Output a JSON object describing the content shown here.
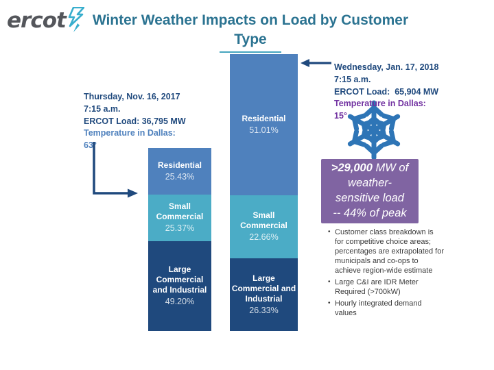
{
  "logo": {
    "text": "ercot"
  },
  "title": {
    "line1": "Winter Weather Impacts on Load by Customer",
    "line2": "Type"
  },
  "left_annotation": {
    "line1": "Thursday, Nov. 16, 2017",
    "line2": "7:15 a.m.",
    "line3": "ERCOT Load: 36,795 MW",
    "line4": "Temperature in Dallas:",
    "line5": "63°"
  },
  "right_annotation": {
    "line1": "Wednesday, Jan. 17, 2018",
    "line2": "7:15 a.m.",
    "line3": "ERCOT Load:  65,904 MW",
    "line4": "Temperature in Dallas:",
    "line5": "15°"
  },
  "callout": {
    "bold": ">29,000",
    "line1_rest": " MW of",
    "line2": "weather-",
    "line3": "sensitive load",
    "line4": "-- 44% of peak",
    "background": "#8064A2"
  },
  "notes": [
    "Customer class breakdown is for competitive choice areas; percentages are extrapolated for municipals and co-ops to achieve region-wide estimate",
    "Large C&I are IDR Meter Required (>700kW)",
    "Hourly integrated demand values"
  ],
  "chart_data": {
    "type": "bar",
    "subtype": "stacked",
    "title": "Winter Weather Impacts on Load by Customer Type",
    "categories": [
      "Thursday, Nov. 16, 2017 7:15 a.m.",
      "Wednesday, Jan. 17, 2018 7:15 a.m."
    ],
    "category_loads_mw": [
      36795,
      65904
    ],
    "series": [
      {
        "name": "Residential",
        "values": [
          25.43,
          51.01
        ],
        "display": [
          "25.43%",
          "51.01%"
        ],
        "color": "#4F81BD"
      },
      {
        "name": "Small Commercial",
        "values": [
          25.37,
          22.66
        ],
        "display": [
          "25.37%",
          "22.66%"
        ],
        "color": "#4BACC6"
      },
      {
        "name": "Large Commercial and Industrial",
        "values": [
          49.2,
          26.33
        ],
        "display": [
          "49.20%",
          "26.33%"
        ],
        "color": "#1F497D"
      }
    ],
    "value_suffix": "%",
    "legend": "labels-inside-bars",
    "grid": false,
    "axes_shown": false
  },
  "colors": {
    "title": "#2B7391",
    "title_underline": "#45A5BE",
    "dark_blue_text": "#1F497D",
    "blue_accent_text": "#4F81BD",
    "purple_text": "#7030A0",
    "callout_bg": "#8064A2",
    "residential": "#4F81BD",
    "small_commercial": "#4BACC6",
    "large_ci": "#1F497D",
    "snowflake": "#2E75B6",
    "logo_gray": "#54565B",
    "logo_bolt": "#38AECD",
    "notes_text": "#3A3A3A"
  }
}
